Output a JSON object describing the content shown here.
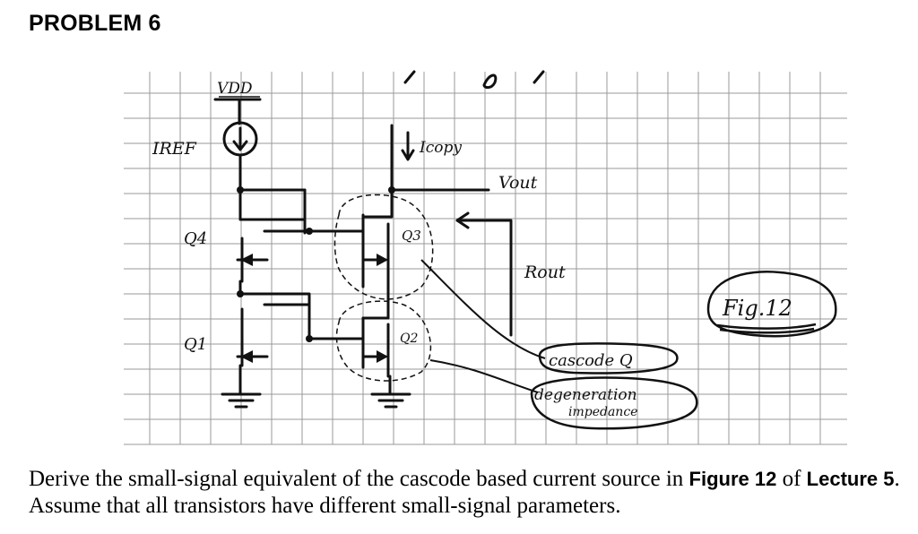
{
  "problem_title": "PROBLEM 6",
  "schematic": {
    "vdd_label": "VDD",
    "iref_label": "IREF",
    "icopy_label": "Icopy",
    "vout_label": "Vout",
    "rout_label": "Rout",
    "q4_label": "Q4",
    "q1_label": "Q1",
    "q3_label": "Q3",
    "q2_label": "Q2",
    "cascode_note": "cascode Q",
    "degeneration_note_1": "degeneration",
    "degeneration_note_2": "impedance",
    "fig_tag": "Fig.12"
  },
  "text": {
    "sentence1_start": "Derive the small-signal equivalent of the cascode based current source in ",
    "figure_ref": "Figure 12",
    "sentence1_mid": " of ",
    "lecture_ref": "Lecture 5",
    "sentence2": ". Assume that all transistors have different small-signal parameters."
  }
}
